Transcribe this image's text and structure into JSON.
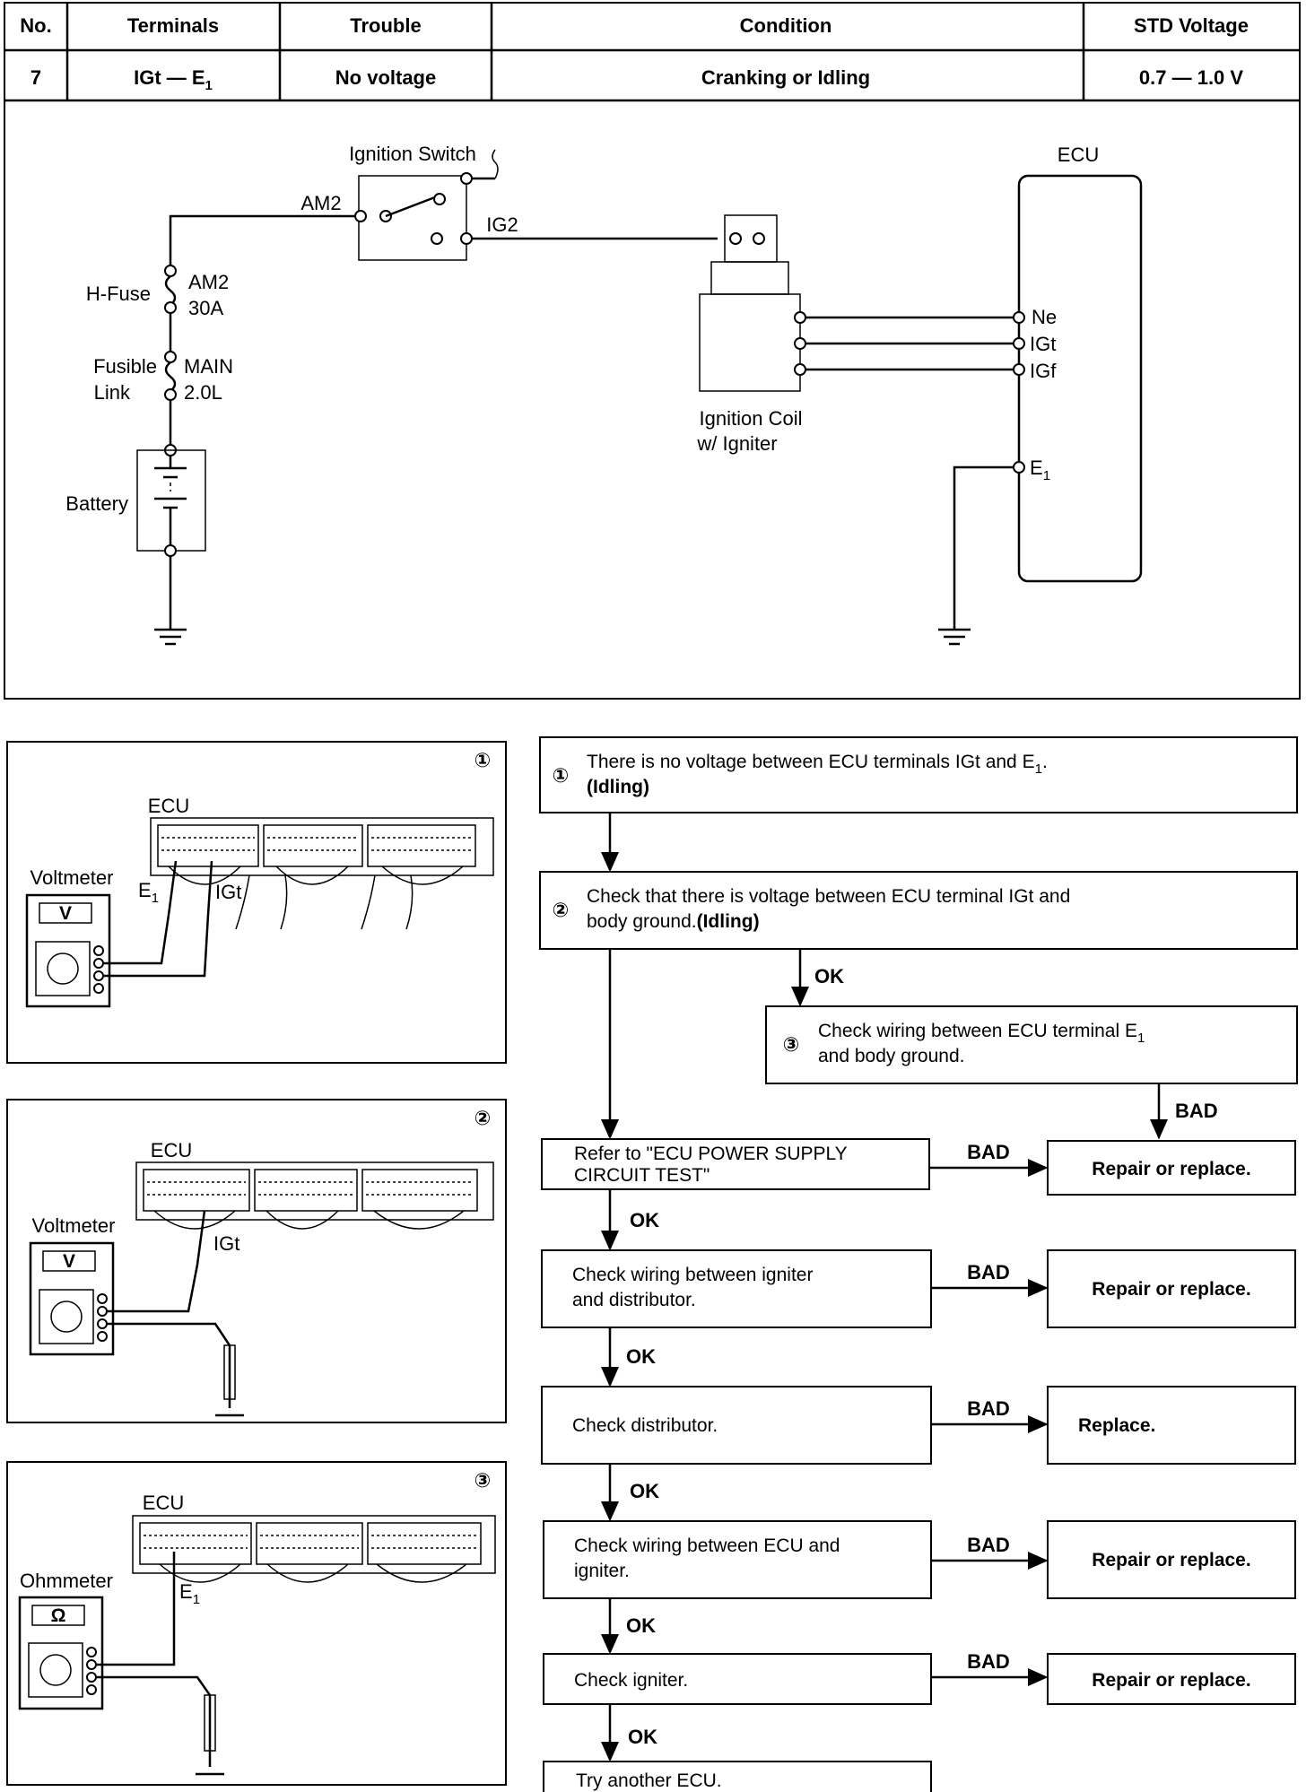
{
  "table": {
    "headers": [
      "No.",
      "Terminals",
      "Trouble",
      "Condition",
      "STD Voltage"
    ],
    "row": {
      "no": "7",
      "terminals": "IGt — E",
      "terminals_sub": "1",
      "trouble": "No voltage",
      "condition": "Cranking or Idling",
      "std_voltage": "0.7 — 1.0 V"
    }
  },
  "circuit": {
    "ignition_switch": "Ignition Switch",
    "am2": "AM2",
    "ig2": "IG2",
    "h_fuse": "H-Fuse",
    "h_fuse_rating_1": "AM2",
    "h_fuse_rating_2": "30A",
    "fusible_link_1": "Fusible",
    "fusible_link_2": "Link",
    "fusible_rating_1": "MAIN",
    "fusible_rating_2": "2.0L",
    "battery": "Battery",
    "ecu": "ECU",
    "ne": "Ne",
    "igt": "IGt",
    "igf": "IGf",
    "e1": "E",
    "e1_sub": "1",
    "coil_1": "Ignition Coil",
    "coil_2": "w/ Igniter"
  },
  "panels": [
    {
      "number": "①",
      "ecu": "ECU",
      "meter": "Voltmeter",
      "meter_symbol": "V",
      "probe_a": "E",
      "probe_a_sub": "1",
      "probe_b": "IGt"
    },
    {
      "number": "②",
      "ecu": "ECU",
      "meter": "Voltmeter",
      "meter_symbol": "V",
      "probe_b": "IGt"
    },
    {
      "number": "③",
      "ecu": "ECU",
      "meter": "Ohmmeter",
      "meter_symbol": "Ω",
      "probe_a": "E",
      "probe_a_sub": "1"
    }
  ],
  "flowchart": {
    "step1_num": "①",
    "step1_line1": "There is no voltage between ECU terminals IGt and E",
    "step1_line1_sub": "1",
    "step1_line1_end": ".",
    "step1_line2": "(Idling)",
    "step2_num": "②",
    "step2_line1": "Check that there is voltage between ECU terminal IGt and",
    "step2_line2": "body ground.",
    "step2_line2_b": "(Idling)",
    "step3_num": "③",
    "step3_line1": "Check wiring between ECU terminal E",
    "step3_line1_sub": "1",
    "step3_line2": "and body ground.",
    "refer_line1": "Refer to \"ECU POWER SUPPLY",
    "refer_line2": "CIRCUIT TEST\"",
    "check_igniter_dist_1": "Check wiring between igniter",
    "check_igniter_dist_2": "and distributor.",
    "check_distributor": "Check distributor.",
    "check_ecu_igniter_1": "Check wiring between ECU and",
    "check_ecu_igniter_2": "igniter.",
    "check_igniter": "Check igniter.",
    "try_ecu": "Try another ECU.",
    "repair": "Repair or replace.",
    "replace": "Replace.",
    "ok": "OK",
    "bad": "BAD"
  }
}
